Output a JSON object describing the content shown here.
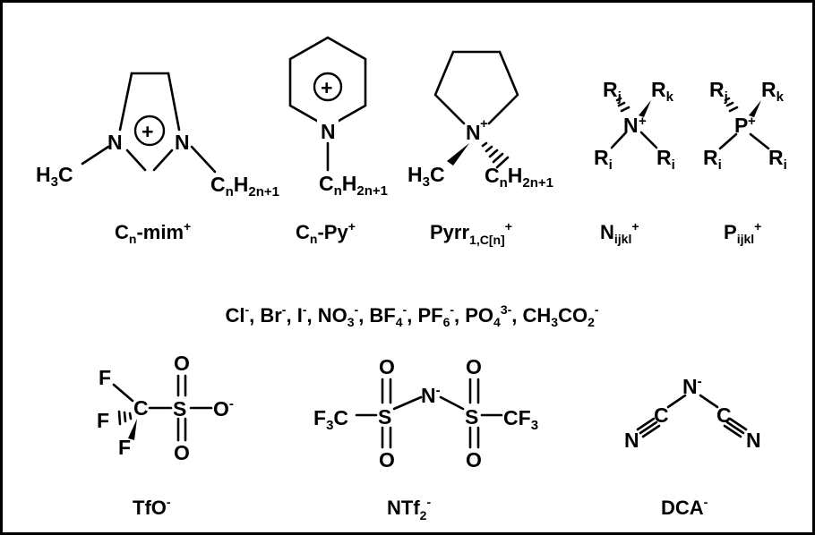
{
  "cations": [
    {
      "name": "C",
      "sub": "n",
      "rest": "-mim",
      "sup": "+"
    },
    {
      "name": "C",
      "sub": "n",
      "rest": "-Py",
      "sup": "+"
    },
    {
      "name": "Pyrr",
      "sub": "1,C[n]",
      "rest": "",
      "sup": "+"
    },
    {
      "name": "N",
      "sub": "ijkl",
      "rest": "",
      "sup": "+"
    },
    {
      "name": "P",
      "sub": "ijkl",
      "rest": "",
      "sup": "+"
    }
  ],
  "anions_text": [
    {
      "t": "Cl",
      "sup": "-"
    },
    {
      "t": ", Br",
      "sup": "-"
    },
    {
      "t": ", I",
      "sup": "-"
    },
    {
      "t": ", NO",
      "sub": "3",
      "sup": "-"
    },
    {
      "t": ", BF",
      "sub": "4",
      "sup": "-"
    },
    {
      "t": ", PF",
      "sub": "6",
      "sup": "-"
    },
    {
      "t": ", PO",
      "sub": "4",
      "sup": "3-"
    },
    {
      "t": ", CH",
      "sub": "3"
    },
    {
      "t": "CO",
      "sub": "2",
      "sup": "-"
    }
  ],
  "anions": [
    {
      "name": "TfO",
      "sub": "",
      "sup": "-"
    },
    {
      "name": "NTf",
      "sub": "2",
      "sup": "-"
    },
    {
      "name": "DCA",
      "sub": "",
      "sup": "-"
    }
  ],
  "atoms": {
    "N": "N",
    "C": "C",
    "H": "H",
    "P": "P",
    "F": "F",
    "S": "S",
    "O": "O",
    "plus": "+",
    "minus": "-",
    "Ri": "R",
    "Rj": "R",
    "Rk": "R",
    "sub_i": "i",
    "sub_j": "j",
    "sub_k": "k",
    "sub_n": "n",
    "sub_2n1": "2n+1",
    "sub_3": "3"
  }
}
